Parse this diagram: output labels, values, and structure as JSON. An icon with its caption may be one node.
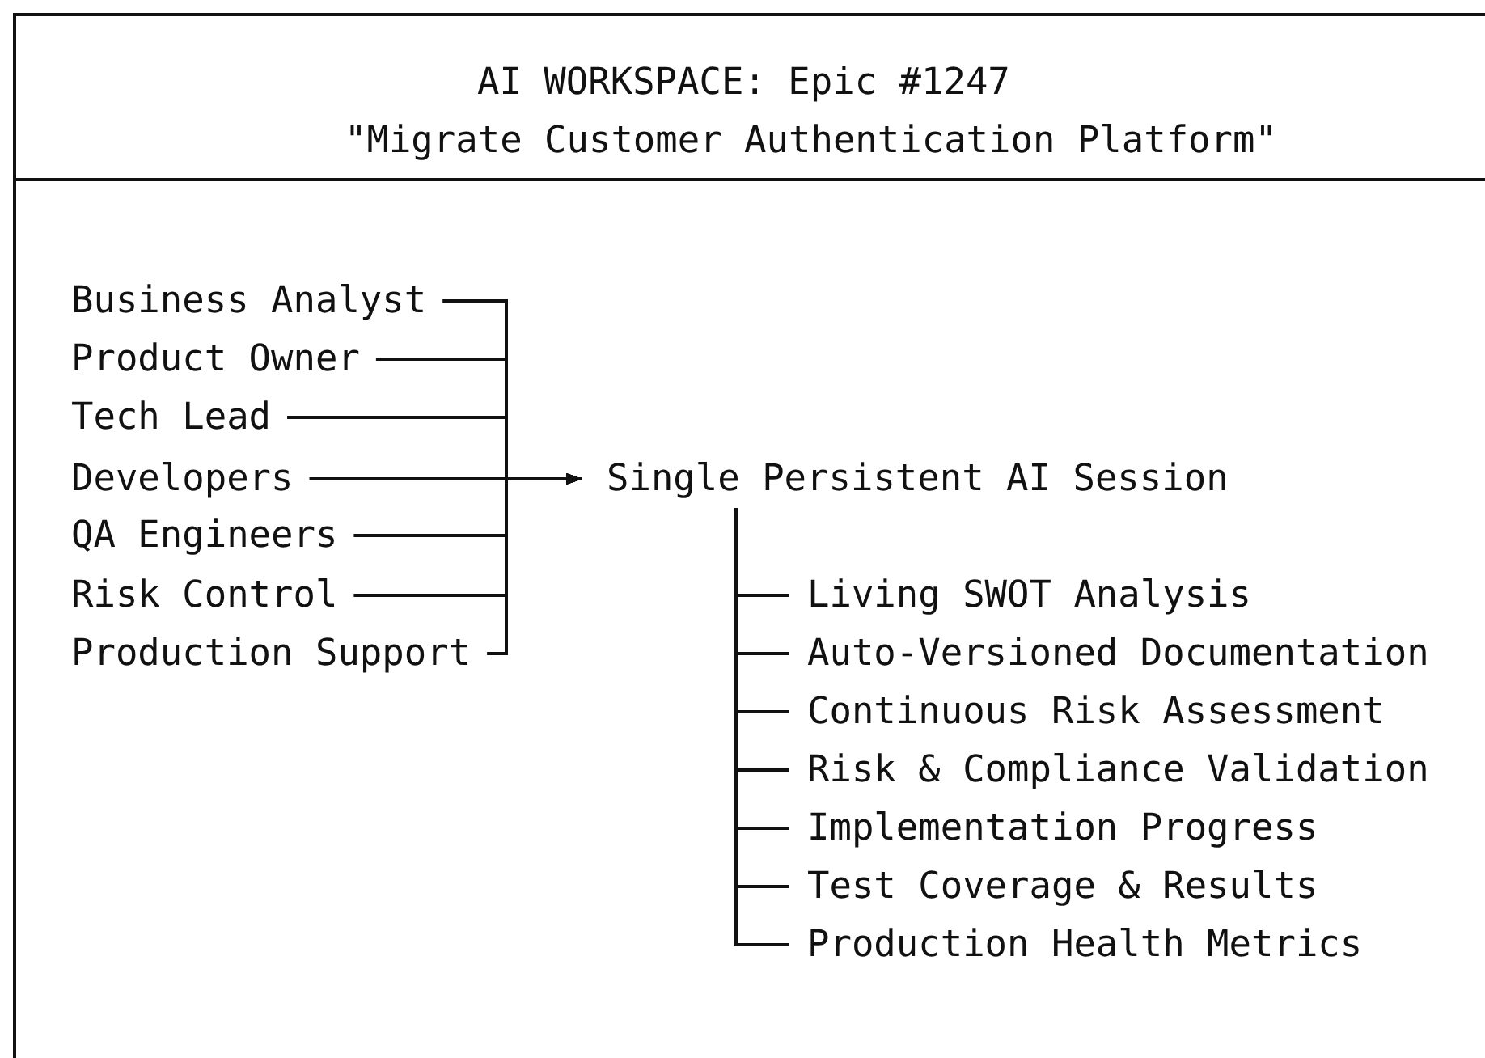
{
  "diagram": {
    "nodes": [
      {
        "text": [
          "AI WORKSPACE: Epic #1247",
          "\"Migrate Customer Authentication Platform\""
        ]
      },
      {
        "text": [
          "Business Analyst"
        ]
      },
      {
        "text": [
          "Product Owner"
        ]
      },
      {
        "text": [
          "Tech Lead"
        ]
      },
      {
        "text": [
          "Developers"
        ]
      },
      {
        "text": [
          "QA Engineers"
        ]
      },
      {
        "text": [
          "Risk Control"
        ]
      },
      {
        "text": [
          "Production Support"
        ]
      },
      {
        "text": [
          "Single Persistent AI Session"
        ]
      },
      {
        "text": [
          "Living SWOT Analysis"
        ]
      },
      {
        "text": [
          "Auto-Versioned Documentation"
        ]
      },
      {
        "text": [
          "Continuous Risk Assessment"
        ]
      },
      {
        "text": [
          "Risk & Compliance Validation"
        ]
      },
      {
        "text": [
          "Implementation Progress"
        ]
      },
      {
        "text": [
          "Test Coverage & Results"
        ]
      },
      {
        "text": [
          "Production Health Metrics"
        ]
      }
    ],
    "edges": [
      {
        "from": 1,
        "to": 8,
        "arrow": "to"
      },
      {
        "from": 2,
        "to": 8,
        "arrow": "to"
      },
      {
        "from": 3,
        "to": 8,
        "arrow": "to"
      },
      {
        "from": 4,
        "to": 8,
        "arrow": "to"
      },
      {
        "from": 5,
        "to": 8,
        "arrow": "to"
      },
      {
        "from": 6,
        "to": 8,
        "arrow": "to"
      },
      {
        "from": 7,
        "to": 8,
        "arrow": "to"
      },
      {
        "from": 8,
        "to": 9,
        "arrow": "none"
      },
      {
        "from": 8,
        "to": 10,
        "arrow": "none"
      },
      {
        "from": 8,
        "to": 11,
        "arrow": "none"
      },
      {
        "from": 8,
        "to": 12,
        "arrow": "none"
      },
      {
        "from": 8,
        "to": 13,
        "arrow": "none"
      },
      {
        "from": 8,
        "to": 14,
        "arrow": "none"
      },
      {
        "from": 8,
        "to": 15,
        "arrow": "none"
      }
    ]
  }
}
